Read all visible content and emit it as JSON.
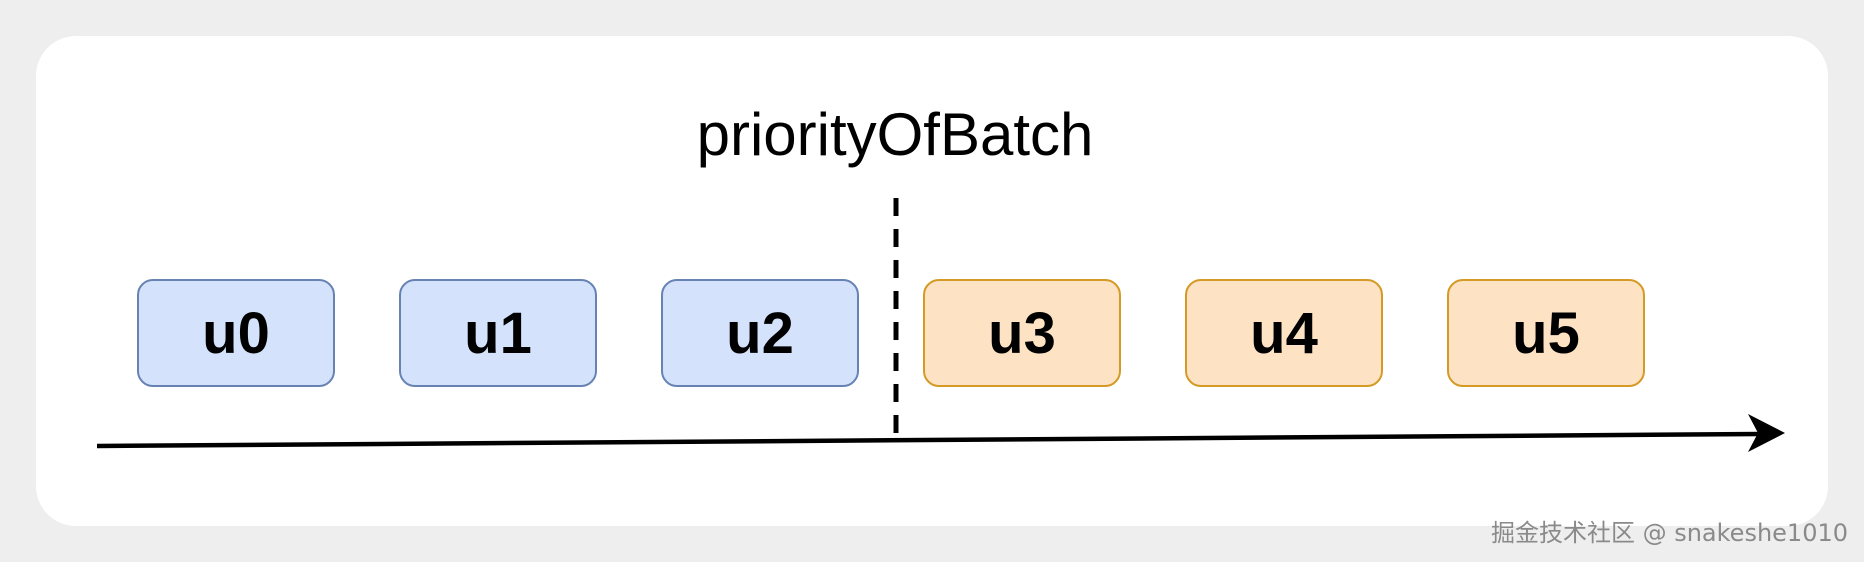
{
  "diagram": {
    "title": "priorityOfBatch",
    "updates": [
      {
        "label": "u0",
        "group": "blue"
      },
      {
        "label": "u1",
        "group": "blue"
      },
      {
        "label": "u2",
        "group": "blue"
      },
      {
        "label": "u3",
        "group": "orange"
      },
      {
        "label": "u4",
        "group": "orange"
      },
      {
        "label": "u5",
        "group": "orange"
      }
    ]
  },
  "colors": {
    "blue_fill": "#d4e3fb",
    "blue_border": "#6783b3",
    "orange_fill": "#fde3c3",
    "orange_border": "#d49a25"
  },
  "watermark": "掘金技术社区 @ snakeshe1010"
}
